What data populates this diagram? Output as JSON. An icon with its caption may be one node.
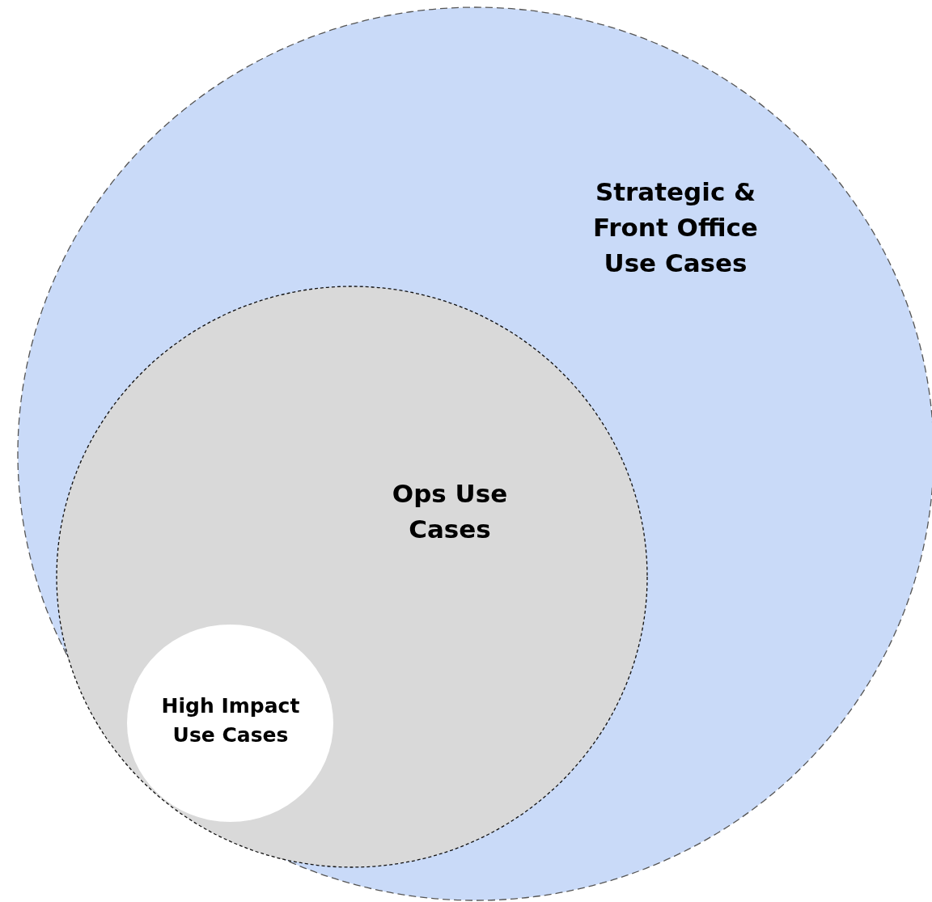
{
  "diagram": {
    "nodes": [
      {
        "text": [
          "Strategic & Front Office Use Cases"
        ]
      },
      {
        "text": [
          "Ops Use Cases"
        ],
        "in": 0
      },
      {
        "text": [
          "High Impact Use Cases"
        ],
        "in": 1
      }
    ]
  }
}
